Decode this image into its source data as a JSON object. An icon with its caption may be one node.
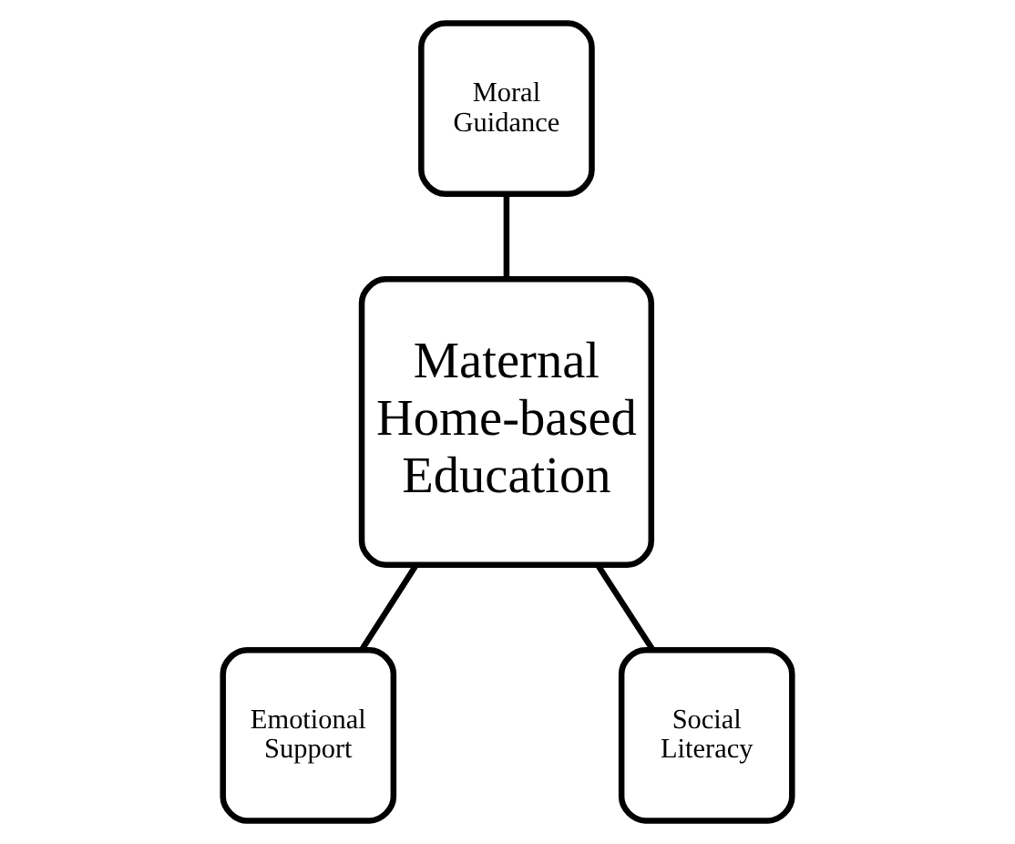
{
  "diagram": {
    "nodes": [
      {
        "text": [
          "Moral Guidance"
        ]
      },
      {
        "text": [
          "Maternal Home-based Education"
        ]
      },
      {
        "text": [
          "Emotional Support"
        ]
      },
      {
        "text": [
          "Social Literacy"
        ]
      }
    ],
    "edges": [
      {
        "from": 0,
        "to": 1,
        "arrow": "none"
      },
      {
        "from": 1,
        "to": 2,
        "arrow": "none"
      },
      {
        "from": 1,
        "to": 3,
        "arrow": "none"
      }
    ]
  }
}
